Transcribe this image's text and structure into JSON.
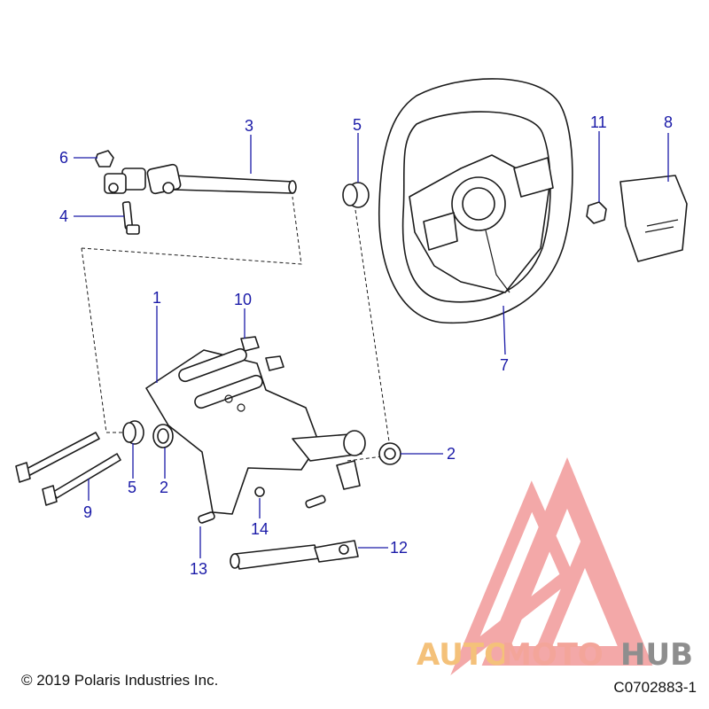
{
  "callouts": {
    "c1": "1",
    "c2a": "2",
    "c2b": "2",
    "c3": "3",
    "c4": "4",
    "c5a": "5",
    "c5b": "5",
    "c6": "6",
    "c7": "7",
    "c8": "8",
    "c9": "9",
    "c10": "10",
    "c11": "11",
    "c12": "12",
    "c13": "13",
    "c14": "14"
  },
  "footer": {
    "copyright": "© 2019 Polaris Industries Inc.",
    "figure_id": "C0702883-1"
  },
  "watermark": {
    "part1": "AUTO",
    "part2": "MOTO",
    "part3": "HUB",
    "colors": {
      "auto": "#f4c17a",
      "moto": "#f3a59a",
      "hub": "#8e8e8e",
      "logo": "#f08c8c"
    }
  }
}
